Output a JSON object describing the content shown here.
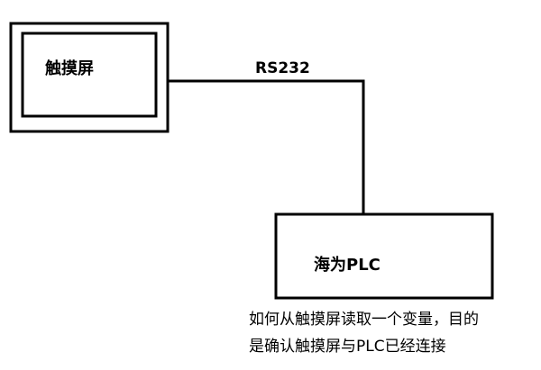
{
  "diagram": {
    "touchscreen_label": "触摸屏",
    "plc_label": "海为PLC",
    "connection_label": "RS232",
    "note_lines": [
      "如何从触摸屏读取一个变量，目的",
      "是确认触摸屏与PLC已经连接"
    ]
  },
  "colors": {
    "background": "#ffffff",
    "stroke": "#000000"
  }
}
